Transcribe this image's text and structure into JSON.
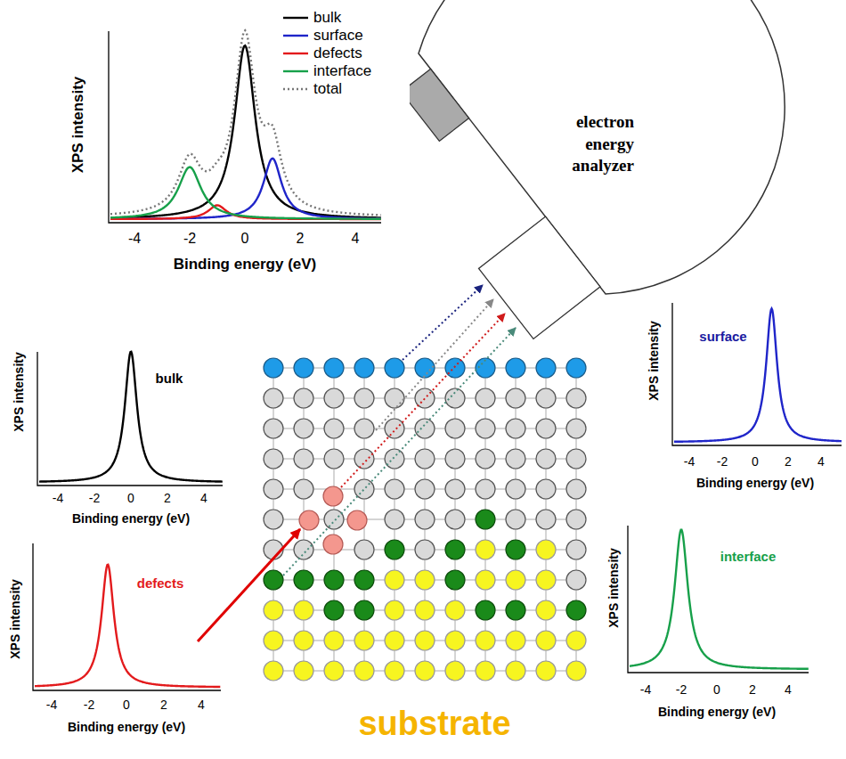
{
  "diagram": {
    "nodes": [
      {
        "text": [
          "electron energy analyzer"
        ]
      }
    ],
    "labels": [
      "XPS intensity",
      "-4",
      "-2",
      "0",
      "2",
      "4",
      "Binding energy (eV)",
      "bulk",
      "XPS intensity",
      "-4",
      "-2",
      "0",
      "2",
      "4",
      "Binding energy (eV)",
      "surface",
      "XPS intensity",
      "-4",
      "-2",
      "0",
      "2",
      "4",
      "Binding energy (eV)",
      "defects",
      "XPS intensity",
      "-4",
      "-2",
      "0",
      "2",
      "4",
      "Binding energy (eV)",
      "interface",
      "XPS intensity",
      "-4",
      "-2",
      "0",
      "2",
      "4",
      "Binding energy (eV)",
      "substrate"
    ],
    "legend": [
      {
        "text": "bulk"
      },
      {
        "text": "surface"
      },
      {
        "text": "defects"
      },
      {
        "text": "interface"
      },
      {
        "text": "total"
      }
    ]
  }
}
